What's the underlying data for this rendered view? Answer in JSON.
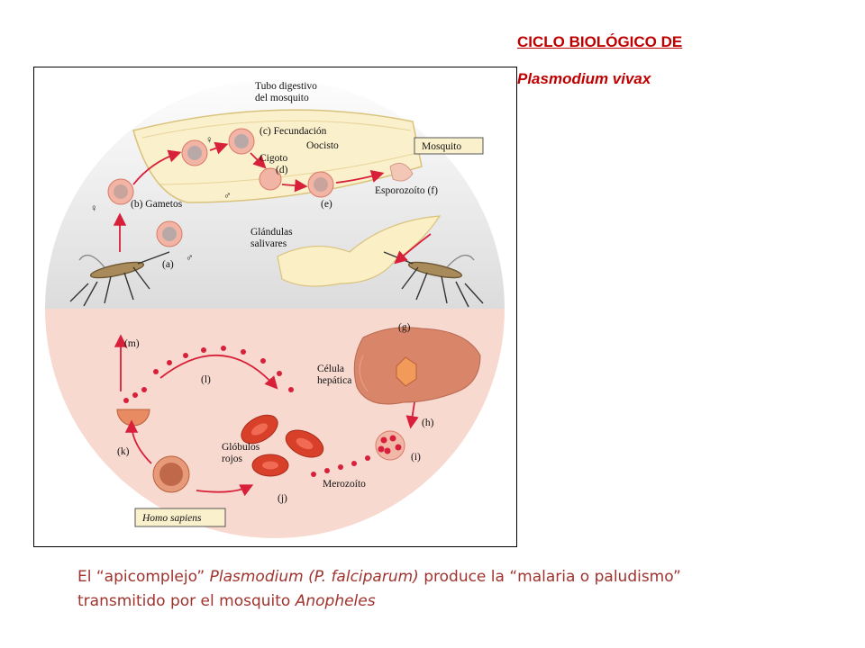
{
  "title": {
    "line1": "CICLO BIOLÓGICO DE",
    "line2": "Plasmodium vivax"
  },
  "diagram": {
    "labels": {
      "tubo_line1": "Tubo digestivo",
      "tubo_line2": "del mosquito",
      "c": "(c) Fecundación",
      "oocisto": "Oocisto",
      "cigoto": "Cigoto",
      "d": "(d)",
      "mosquito": "Mosquito",
      "e": "(e)",
      "esporozoito": "Esporozoíto (f)",
      "b": "(b) Gametos",
      "glandulas_line1": "Glándulas",
      "glandulas_line2": "salivares",
      "a": "(a)",
      "g": "(g)",
      "m": "(m)",
      "l": "(l)",
      "celula_line1": "Célula",
      "celula_line2": "hepática",
      "h": "(h)",
      "i": "(i)",
      "k": "(k)",
      "globulos_line1": "Glóbulos",
      "globulos_line2": "rojos",
      "merozoito": "Merozoíto",
      "j": "(j)",
      "homo": "Homo sapiens",
      "female_symbol": "♀",
      "male_symbol": "♂"
    }
  },
  "caption": {
    "p1": "El “apicomplejo” ",
    "p2": "Plasmodium (P. falciparum)",
    "p3": " produce la “malaria o paludismo”",
    "p4": "transmitido por el mosquito ",
    "p5": "Anopheles"
  },
  "colors": {
    "title": "#c00000",
    "caption": "#a0332e",
    "arrow": "#d8203a",
    "mosquito_bg": "#e6e6e6",
    "human_bg": "#f7d9cf"
  }
}
